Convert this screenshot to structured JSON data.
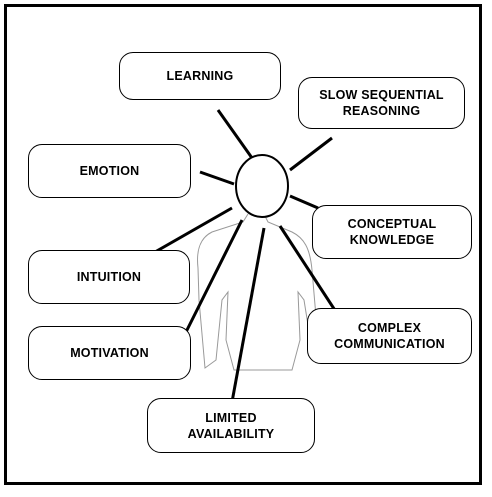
{
  "labels": {
    "learning": "LEARNING",
    "slow_reasoning": "SLOW SEQUENTIAL\nREASONING",
    "emotion": "EMOTION",
    "conceptual_knowledge": "CONCEPTUAL\nKNOWLEDGE",
    "intuition": "INTUITION",
    "complex_communication": "COMPLEX\nCOMMUNICATION",
    "motivation": "MOTIVATION",
    "limited_availability": "LIMITED\nAVAILABILITY"
  }
}
